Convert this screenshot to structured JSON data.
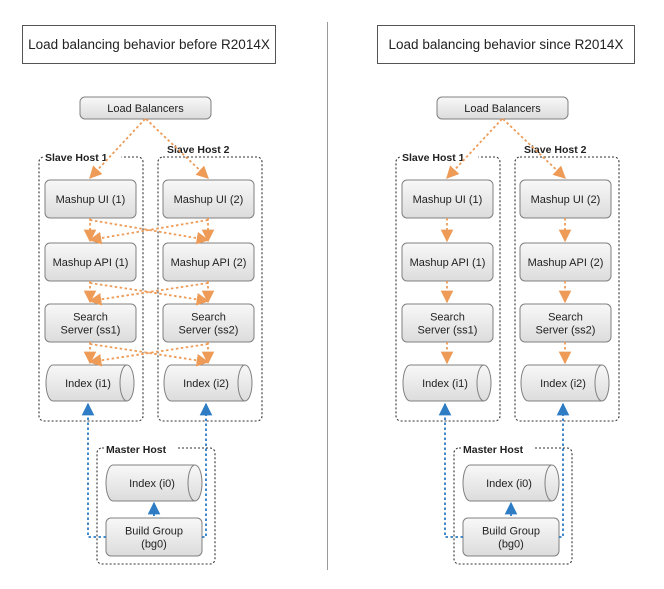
{
  "diagram": {
    "left": {
      "title": "Load balancing behavior before R2014X",
      "load_balancers": "Load Balancers",
      "slave1": {
        "label": "Slave Host 1",
        "ui": "Mashup UI (1)",
        "api": "Mashup API (1)",
        "search": [
          "Search",
          "Server (ss1)"
        ],
        "index": "Index (i1)"
      },
      "slave2": {
        "label": "Slave Host 2",
        "ui": "Mashup UI (2)",
        "api": "Mashup API (2)",
        "search": [
          "Search",
          "Server (ss2)"
        ],
        "index": "Index (i2)"
      },
      "master": {
        "label": "Master Host",
        "index": "Index (i0)",
        "build": [
          "Build Group",
          "(bg0)"
        ]
      }
    },
    "right": {
      "title": "Load balancing behavior since R2014X",
      "load_balancers": "Load Balancers",
      "slave1": {
        "label": "Slave Host 1",
        "ui": "Mashup UI (1)",
        "api": "Mashup API (1)",
        "search": [
          "Search",
          "Server (ss1)"
        ],
        "index": "Index (i1)"
      },
      "slave2": {
        "label": "Slave Host 2",
        "ui": "Mashup UI (2)",
        "api": "Mashup API (2)",
        "search": [
          "Search",
          "Server (ss2)"
        ],
        "index": "Index (i2)"
      },
      "master": {
        "label": "Master Host",
        "index": "Index (i0)",
        "build": [
          "Build Group",
          "(bg0)"
        ]
      }
    },
    "colors": {
      "orange_arrow": "#ED9B57",
      "blue_arrow": "#2E7CC4",
      "box_fill": "#EDEDED",
      "box_stroke": "#808080",
      "host_border": "#333333"
    }
  }
}
